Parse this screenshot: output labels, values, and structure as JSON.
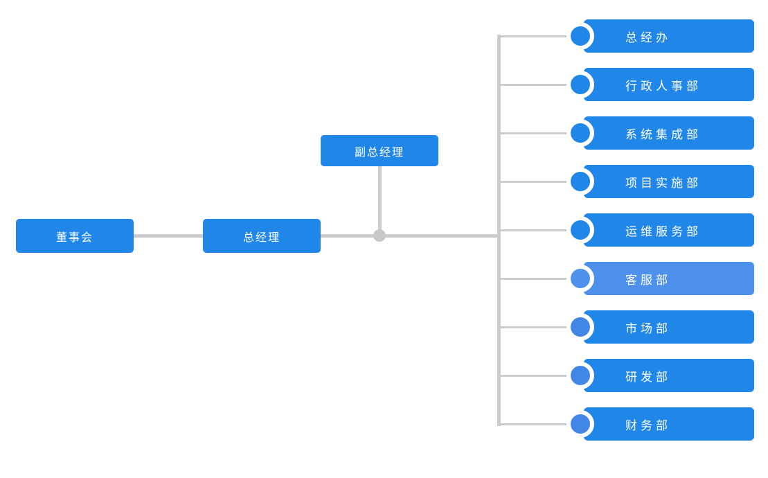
{
  "diagram": {
    "type": "org-chart",
    "colors": {
      "primary_blue": "#2087e8",
      "highlight_blue": "#4e91ea",
      "light_disc_blue": "#4287e5",
      "line_gray": "#cccccc",
      "dot_gray": "#c8c8c8",
      "text_white": "#ffffff"
    },
    "root": {
      "label": "董事会"
    },
    "manager": {
      "label": "总经理"
    },
    "deputy": {
      "label": "副总经理"
    },
    "departments": [
      {
        "label": "总经办",
        "variant": "normal"
      },
      {
        "label": "行政人事部",
        "variant": "normal"
      },
      {
        "label": "系统集成部",
        "variant": "normal"
      },
      {
        "label": "项目实施部",
        "variant": "normal"
      },
      {
        "label": "运维服务部",
        "variant": "normal"
      },
      {
        "label": "客服部",
        "variant": "highlight"
      },
      {
        "label": "市场部",
        "variant": "light-disc"
      },
      {
        "label": "研发部",
        "variant": "light-disc"
      },
      {
        "label": "财务部",
        "variant": "light-disc"
      }
    ]
  }
}
